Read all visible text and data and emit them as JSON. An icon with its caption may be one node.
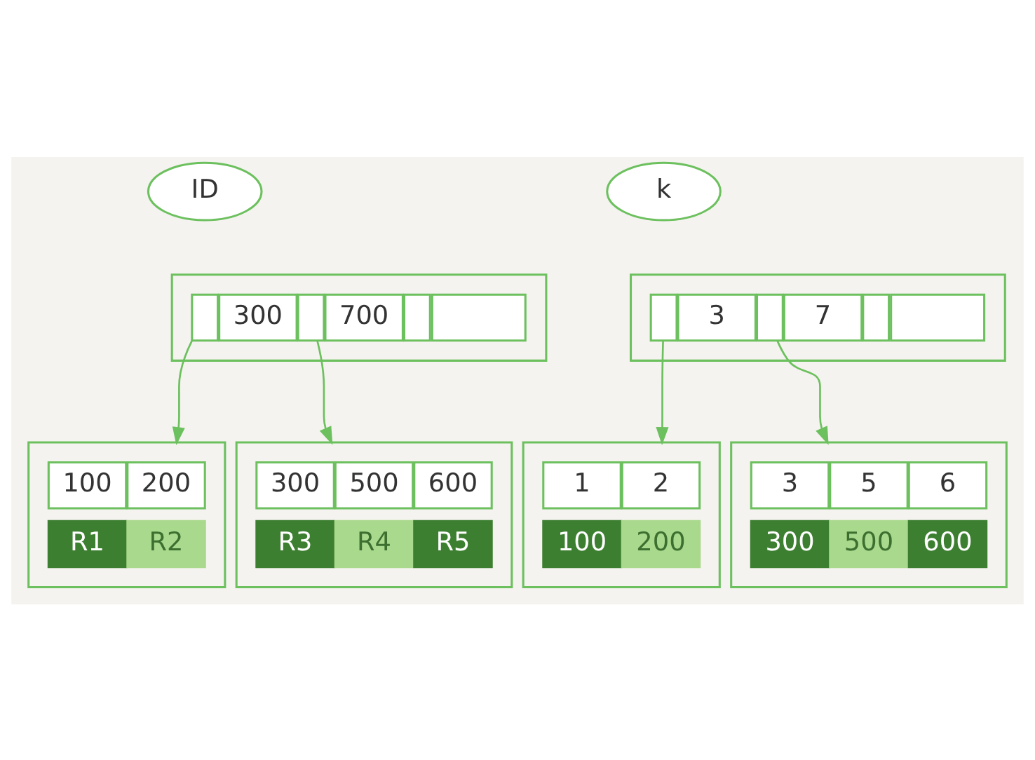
{
  "diagram": {
    "nodes": [
      {
        "text": [
          "ID"
        ]
      },
      {
        "text": [],
        "shape": "box"
      },
      {
        "text": [],
        "shape": "box",
        "in": 1
      },
      {
        "text": [
          "300"
        ],
        "in": 1
      },
      {
        "text": [],
        "shape": "box",
        "in": 1
      },
      {
        "text": [
          "700"
        ],
        "in": 1
      },
      {
        "text": [],
        "shape": "box",
        "in": 1
      },
      {
        "text": [],
        "shape": "box",
        "in": 1
      },
      {
        "text": [],
        "shape": "box"
      },
      {
        "text": [
          "100"
        ],
        "in": 8
      },
      {
        "text": [
          "200"
        ],
        "in": 8
      },
      {
        "text": [
          "R1"
        ],
        "in": 8
      },
      {
        "text": [
          "R2"
        ],
        "in": 8
      },
      {
        "text": [],
        "shape": "box"
      },
      {
        "text": [
          "300"
        ],
        "in": 13
      },
      {
        "text": [
          "500"
        ],
        "in": 13
      },
      {
        "text": [
          "600"
        ],
        "in": 13
      },
      {
        "text": [
          "R3"
        ],
        "in": 13
      },
      {
        "text": [
          "R4"
        ],
        "in": 13
      },
      {
        "text": [
          "R5"
        ],
        "in": 13
      },
      {
        "text": [
          "k"
        ]
      },
      {
        "text": [],
        "shape": "box"
      },
      {
        "text": [],
        "shape": "box",
        "in": 21
      },
      {
        "text": [
          "3"
        ],
        "in": 21
      },
      {
        "text": [],
        "shape": "box",
        "in": 21
      },
      {
        "text": [
          "7"
        ],
        "in": 21
      },
      {
        "text": [],
        "shape": "box",
        "in": 21
      },
      {
        "text": [],
        "shape": "box",
        "in": 21
      },
      {
        "text": [],
        "shape": "box"
      },
      {
        "text": [
          "1"
        ],
        "in": 28
      },
      {
        "text": [
          "2"
        ],
        "in": 28
      },
      {
        "text": [
          "100"
        ],
        "in": 28
      },
      {
        "text": [
          "200"
        ],
        "in": 28
      },
      {
        "text": [],
        "shape": "box"
      },
      {
        "text": [
          "3"
        ],
        "in": 33
      },
      {
        "text": [
          "5"
        ],
        "in": 33
      },
      {
        "text": [
          "6"
        ],
        "in": 33
      },
      {
        "text": [
          "300"
        ],
        "in": 33
      },
      {
        "text": [
          "500"
        ],
        "in": 33
      },
      {
        "text": [
          "600"
        ],
        "in": 33
      }
    ],
    "edges": [
      {
        "from": 2,
        "to": 8,
        "arrow": "to"
      },
      {
        "from": 4,
        "to": 13,
        "arrow": "to"
      },
      {
        "from": 22,
        "to": 28,
        "arrow": "to"
      },
      {
        "from": 24,
        "to": 33,
        "arrow": "to"
      }
    ]
  }
}
